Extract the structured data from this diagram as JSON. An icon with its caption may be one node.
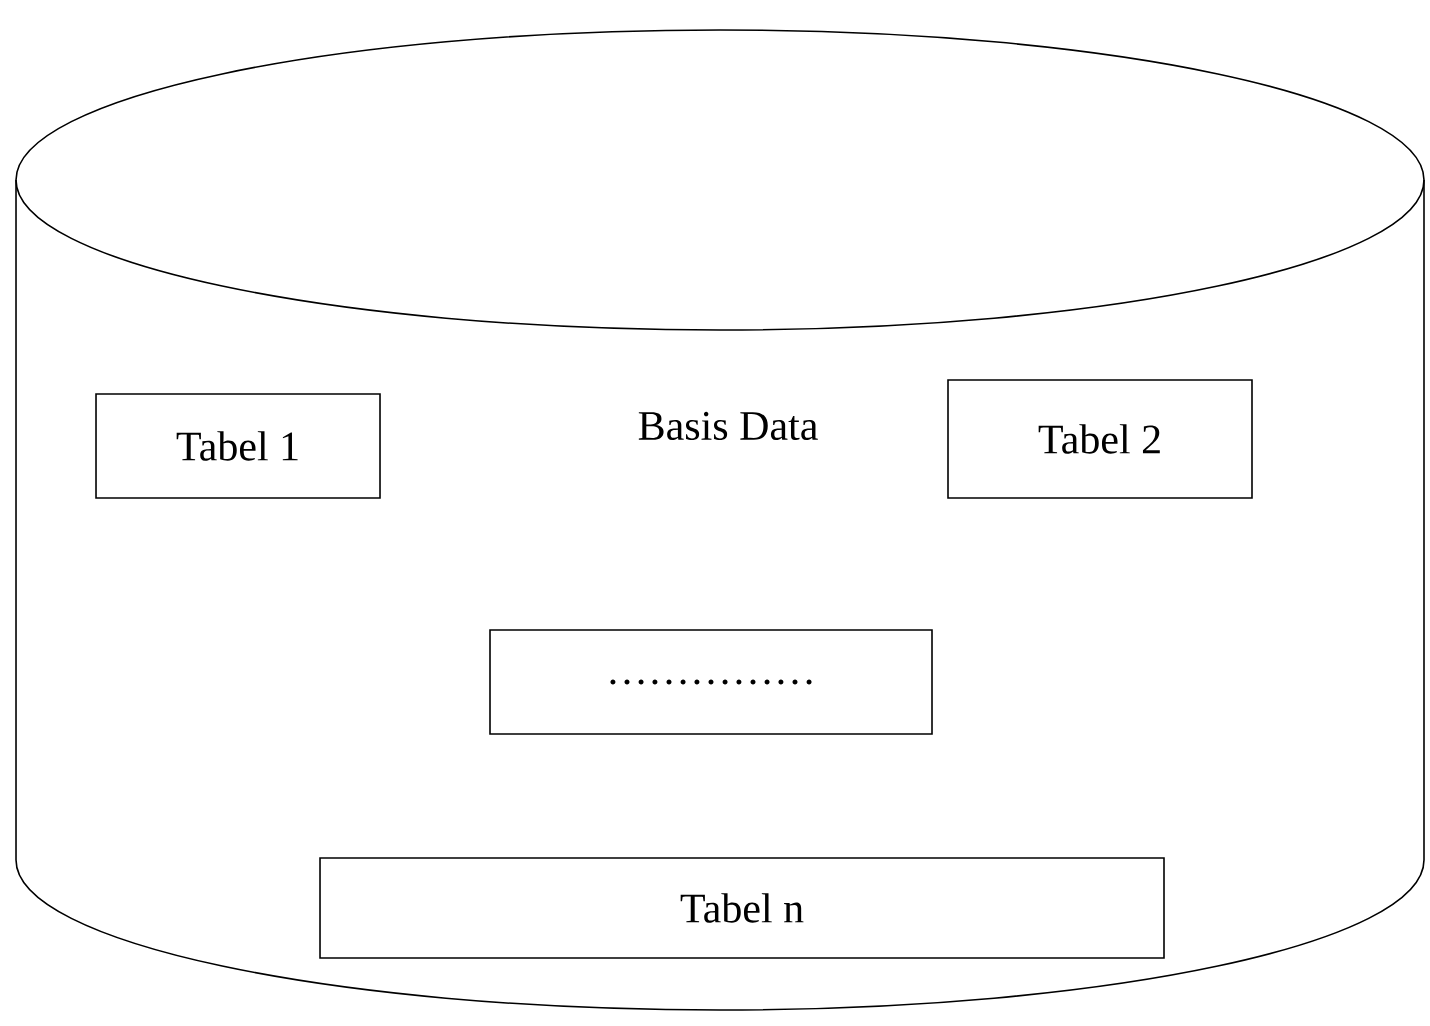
{
  "diagram": {
    "nodes": [
      {
        "text": [
          "Basis Data"
        ]
      },
      {
        "text": [
          "Tabel 1"
        ],
        "in": 0
      },
      {
        "text": [
          "Tabel 2"
        ],
        "in": 0
      },
      {
        "text": [
          "……………"
        ],
        "in": 0
      },
      {
        "text": [
          "Tabel n"
        ],
        "in": 0
      }
    ]
  }
}
